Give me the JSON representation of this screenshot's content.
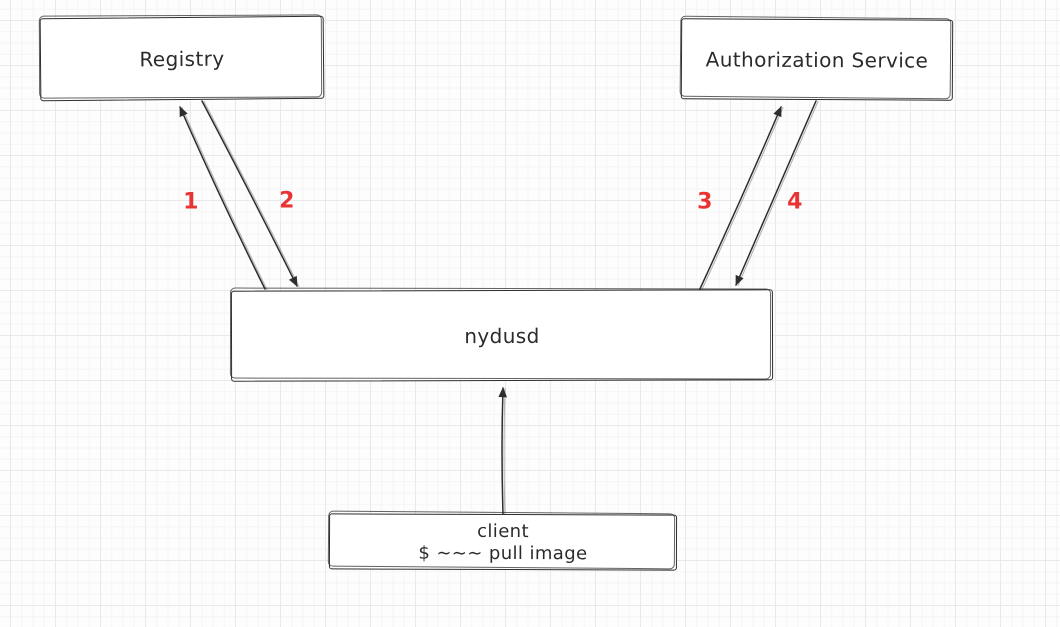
{
  "diagram": {
    "type": "flow-diagram",
    "style": "hand-drawn-sketch",
    "colors": {
      "background": "#fdfdfd",
      "grid_minor": "#f5f5f7",
      "grid_major": "#e9e9ed",
      "node_fill": "#ffffff",
      "stroke": "#2e2e2e",
      "edge_label_red": "#e93434"
    },
    "nodes": [
      {
        "id": "registry",
        "label": "Registry"
      },
      {
        "id": "authorization-service",
        "label": "Authorization Service"
      },
      {
        "id": "nydusd",
        "label": "nydusd"
      },
      {
        "id": "client",
        "label": "client",
        "sublabel": "$ ~~~ pull image"
      }
    ],
    "edges": [
      {
        "id": "edge-1",
        "label": "1",
        "from": "nydusd",
        "to": "registry",
        "label_color": "#e93434"
      },
      {
        "id": "edge-2",
        "label": "2",
        "from": "registry",
        "to": "nydusd",
        "label_color": "#e93434"
      },
      {
        "id": "edge-3",
        "label": "3",
        "from": "nydusd",
        "to": "authorization-service",
        "label_color": "#e93434"
      },
      {
        "id": "edge-4",
        "label": "4",
        "from": "authorization-service",
        "to": "nydusd",
        "label_color": "#e93434"
      },
      {
        "id": "edge-client-request",
        "label": "",
        "from": "client",
        "to": "nydusd"
      }
    ]
  }
}
